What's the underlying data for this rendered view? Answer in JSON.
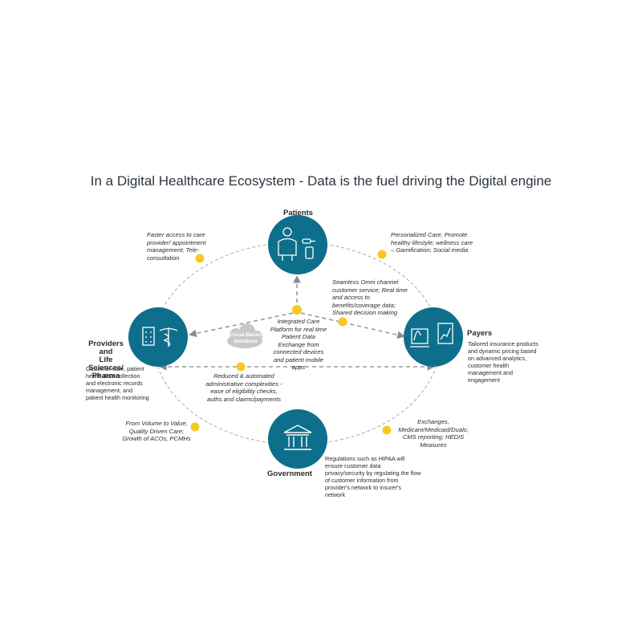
{
  "title": "In a Digital Healthcare Ecosystem - Data is the fuel driving the Digital engine",
  "colors": {
    "hub": "#0e6f8c",
    "dot": "#f7c823",
    "dashed_line": "#999999",
    "cloud": "#c8c8c8"
  },
  "hubs": {
    "patients": {
      "label": "Patients",
      "icon": "patient-devices-icon"
    },
    "payers": {
      "label": "Payers",
      "icon": "chart-report-icon",
      "description": "Tailored insurance products and dynamic pricing based on advanced analytics, customer health management and engagement"
    },
    "providers": {
      "label_line1": "Providers and",
      "label_line2": "Life Sciences/",
      "label_line3": "Pharma",
      "icon": "hospital-caduceus-icon",
      "description": "Customer care, patient health data collection and electronic records management, and patient health monitoring"
    },
    "government": {
      "label": "Government",
      "icon": "government-building-icon",
      "description": "Regulations such as HIPAA will ensure customer data privacy/security by regulating the flow of customer information from provider's network to insurer's network"
    }
  },
  "notes": {
    "patients_providers": "Faster access to care provider/ appointment management; Tele-consultation",
    "patients_payers": "Personalized Care; Promote healthy lifestyle; wellness care – Gamification; Social media",
    "center_payers": "Seamless Omni channel customer service; Real time and access to benefits/coverage data; Shared decision making",
    "center": "Integrated Care Platform for real time Patient Data Exchange from connected devices and patient mobile apps",
    "providers_payers": "Reduced & automated administrative complexities - ease of eligibility checks, auths and claims/payments",
    "providers_government": "From Volume to Value; Quality Driven Care; Growth of ACOs, PCMHs",
    "government_payers": "Exchanges, Medicare/Medicaid/Duals; CMS reporting; HEDIS Measures"
  },
  "cloud": {
    "line1": "Cloud Based",
    "line2": "Solutions"
  }
}
